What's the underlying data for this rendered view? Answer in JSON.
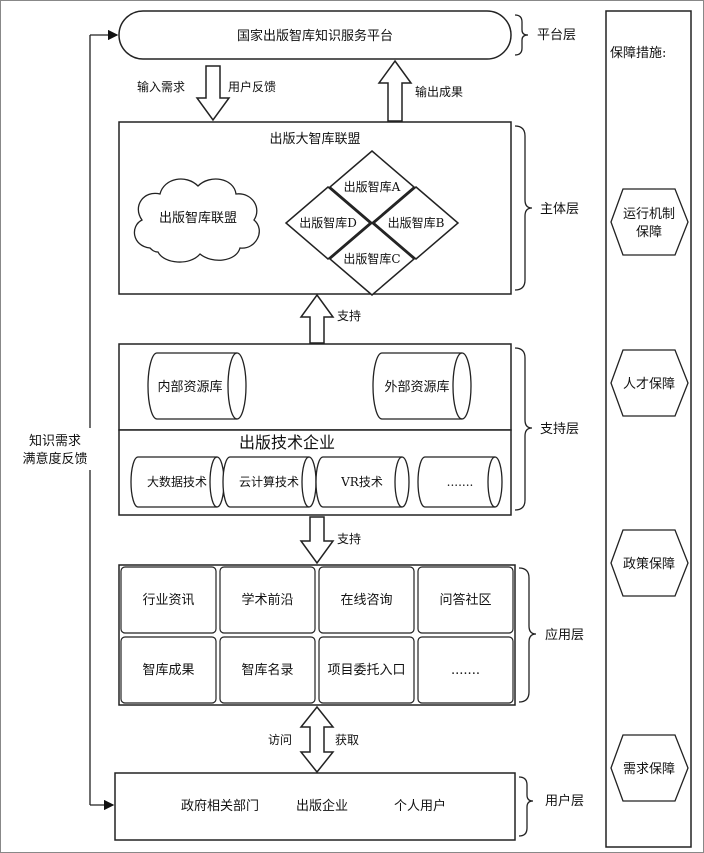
{
  "platform_layer": {
    "box_label": "国家出版智库知识服务平台",
    "layer_label": "平台层"
  },
  "flows": {
    "input_demand": "输入需求",
    "user_feedback": "用户反馈",
    "output_results": "输出成果",
    "support_1": "支持",
    "support_2": "支持",
    "visit": "访问",
    "obtain": "获取",
    "left_feedback_line1": "知识需求",
    "left_feedback_line2": "满意度反馈"
  },
  "main_layer": {
    "title": "出版大智库联盟",
    "cloud_label": "出版智库联盟",
    "diamonds": {
      "a": "出版智库A",
      "b": "出版智库B",
      "c": "出版智库C",
      "d": "出版智库D"
    },
    "layer_label": "主体层"
  },
  "support_layer": {
    "internal_db": "内部资源库",
    "external_db": "外部资源库",
    "enterprise_title": "出版技术企业",
    "tech_items": [
      "大数据技术",
      "云计算技术",
      "VR技术",
      "......."
    ],
    "layer_label": "支持层"
  },
  "application_layer": {
    "cells": [
      "行业资讯",
      "学术前沿",
      "在线咨询",
      "问答社区",
      "智库成果",
      "智库名录",
      "项目委托入口",
      "......."
    ],
    "layer_label": "应用层"
  },
  "user_layer": {
    "users": [
      "政府相关部门",
      "出版企业",
      "个人用户"
    ],
    "layer_label": "用户层"
  },
  "guarantee": {
    "title": "保障措施:",
    "items": [
      {
        "line1": "运行机制",
        "line2": "保障"
      },
      {
        "line1": "人才保障",
        "line2": ""
      },
      {
        "line1": "政策保障",
        "line2": ""
      },
      {
        "line1": "需求保障",
        "line2": ""
      }
    ]
  }
}
